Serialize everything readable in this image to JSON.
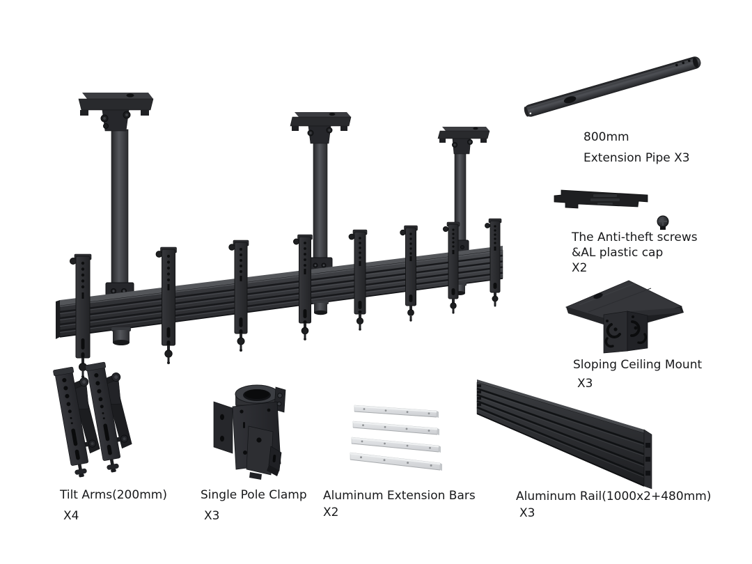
{
  "canvas": {
    "background": "#ffffff"
  },
  "colors": {
    "part_black": "#2b2c2f",
    "part_dark": "#1b1c1e",
    "aluminum_light": "#d7d9dc",
    "text": "#17181a"
  },
  "labels": {
    "extension_pipe": {
      "line1": "800mm",
      "line2": "Extension Pipe X3"
    },
    "anti_theft": {
      "line1": "The Anti-theft screws",
      "line2": "&AL plastic cap",
      "qty": "X2"
    },
    "sloping_mount": {
      "name": "Sloping Ceiling Mount",
      "qty": "X3"
    },
    "tilt_arms": {
      "name": "Tilt Arms(200mm)",
      "qty": "X4"
    },
    "pole_clamp": {
      "name": "Single Pole Clamp",
      "qty": "X3"
    },
    "extension_bars": {
      "name": "Aluminum Extension Bars",
      "qty": "X2"
    },
    "aluminum_rail": {
      "name": "Aluminum Rail(1000x2+480mm)",
      "qty": "X3"
    }
  }
}
